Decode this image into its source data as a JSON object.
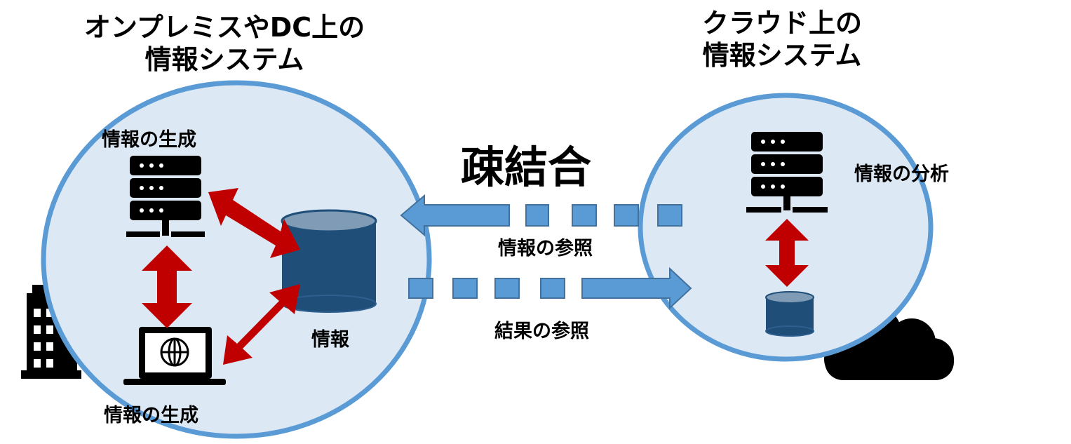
{
  "left_system": {
    "title_line1": "オンプレミスやDC上の",
    "title_line2": "情報システム",
    "server_label": "情報の生成",
    "laptop_label": "情報の生成",
    "db_label": "情報"
  },
  "right_system": {
    "title_line1": "クラウド上の",
    "title_line2": "情報システム",
    "server_label": "情報の分析"
  },
  "coupling": {
    "label": "疎結合",
    "arrow_left_label": "情報の参照",
    "arrow_right_label": "結果の参照"
  },
  "colors": {
    "circle_fill": "#dde8f5",
    "circle_stroke": "#5b9bd5",
    "arrow_red": "#c00000",
    "arrow_blue": "#5b9bd5",
    "arrow_blue_stroke": "#41719c",
    "db_body": "#1f4e79",
    "db_top": "#7f9bb5",
    "icon": "#000000"
  },
  "icons": [
    "building-icon",
    "server-icon",
    "laptop-icon",
    "globe-icon",
    "database-icon",
    "cloud-icon"
  ]
}
